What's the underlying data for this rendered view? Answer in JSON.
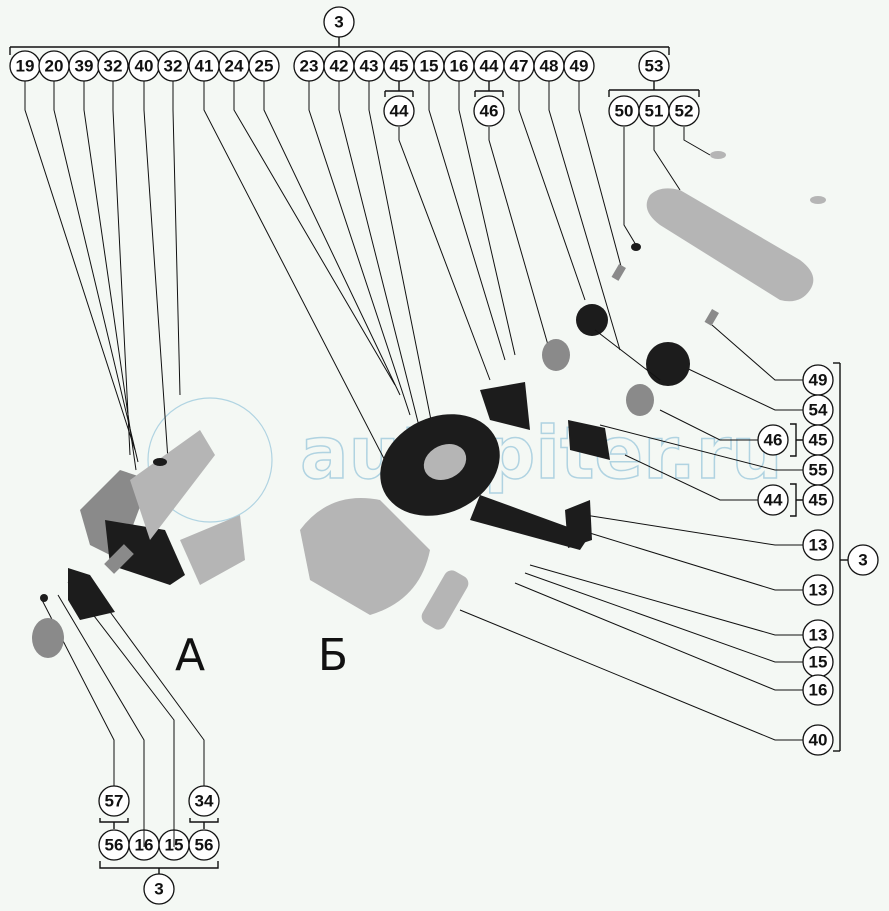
{
  "diagram": {
    "title": "Exploded parts diagram",
    "watermark": "autopiter.ru",
    "view_labels": {
      "a": "А",
      "b": "Б"
    },
    "top_group": {
      "parent": "3",
      "items": [
        "19",
        "20",
        "39",
        "32",
        "40",
        "32",
        "41",
        "24",
        "25",
        "23",
        "42",
        "43",
        "45",
        "15",
        "16",
        "44",
        "47",
        "48",
        "49"
      ],
      "sub_45": "44",
      "sub_44": "46",
      "group_53": {
        "parent": "53",
        "items": [
          "50",
          "51",
          "52"
        ]
      }
    },
    "right_group": {
      "parent": "3",
      "items": [
        "49",
        "54",
        "45",
        "55",
        "45",
        "13",
        "13",
        "13",
        "15",
        "16",
        "40"
      ],
      "side_46": "46",
      "side_44": "44"
    },
    "bottom_group": {
      "parent": "3",
      "items": [
        "56",
        "16",
        "15",
        "56"
      ],
      "above_56_left": "57",
      "above_56_right": "34"
    }
  }
}
